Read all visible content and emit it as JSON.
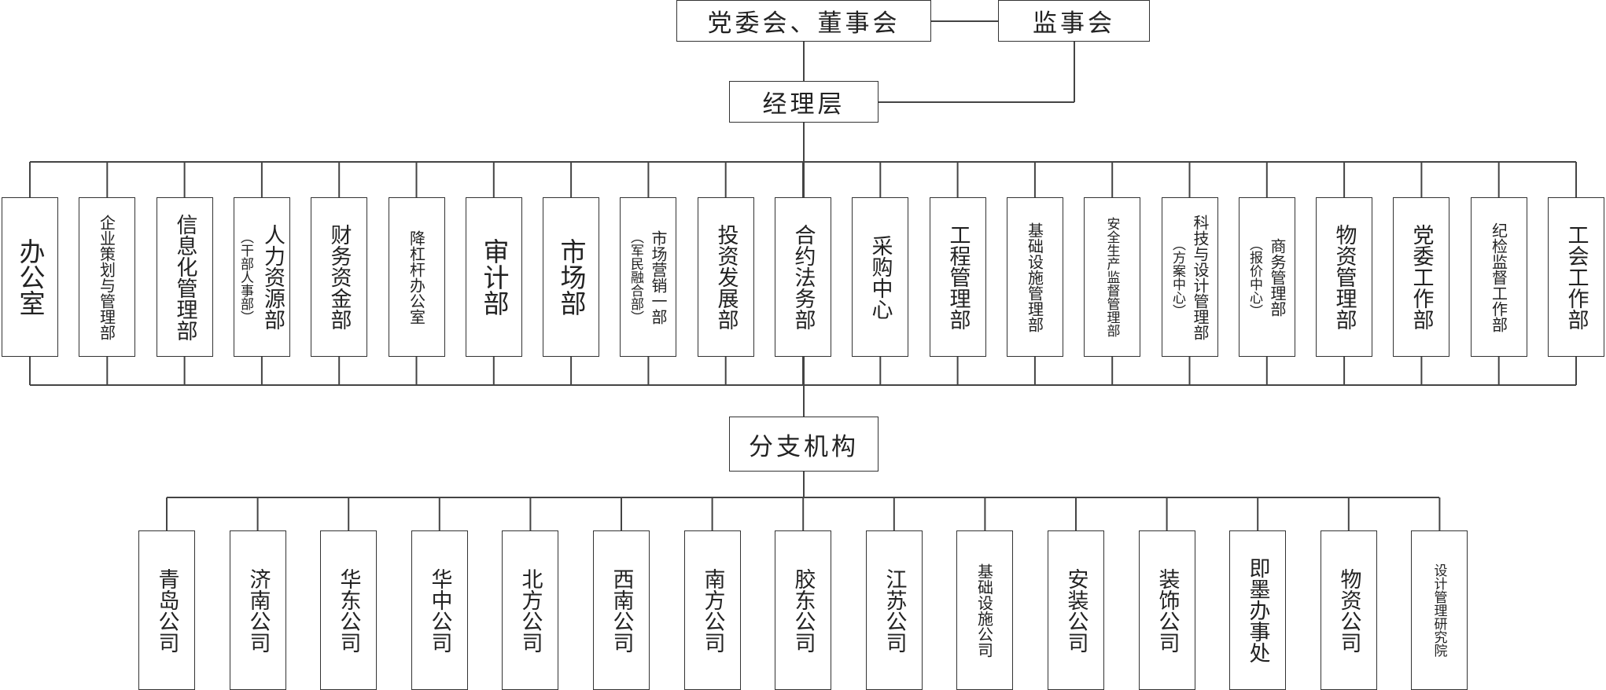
{
  "top": {
    "board": "党委会、董事会",
    "supervisory": "监事会"
  },
  "manager": {
    "label": "经理层"
  },
  "departments": [
    {
      "label": "办公室",
      "size": "big"
    },
    {
      "label": "企业策划与管理部",
      "size": "small"
    },
    {
      "label": "信息化管理部",
      "size": "main"
    },
    {
      "label": "人力资源部",
      "sub": "（干部人事部）",
      "size": "main"
    },
    {
      "label": "财务资金部",
      "size": "main"
    },
    {
      "label": "降杠杆办公室",
      "size": "small"
    },
    {
      "label": "审计部",
      "size": "big"
    },
    {
      "label": "市场部",
      "size": "big"
    },
    {
      "label": "市场营销一部",
      "sub": "（军民融合部）",
      "size": "small"
    },
    {
      "label": "投资发展部",
      "size": "main"
    },
    {
      "label": "合约法务部",
      "size": "main"
    },
    {
      "label": "采购中心",
      "size": "main"
    },
    {
      "label": "工程管理部",
      "size": "main"
    },
    {
      "label": "基础设施管理部",
      "size": "small"
    },
    {
      "label": "安全生产监督管理部",
      "size": "xsmall"
    },
    {
      "label": "科技与设计管理部",
      "sub": "（方案中心）",
      "size": "small"
    },
    {
      "label": "商务管理部",
      "sub": "（报价中心）",
      "size": "small"
    },
    {
      "label": "物资管理部",
      "size": "main"
    },
    {
      "label": "党委工作部",
      "size": "main"
    },
    {
      "label": "纪检监督工作部",
      "size": "small"
    },
    {
      "label": "工会工作部",
      "size": "main"
    }
  ],
  "branch": {
    "label": "分支机构"
  },
  "branches": [
    {
      "label": "青岛公司",
      "size": "main"
    },
    {
      "label": "济南公司",
      "size": "main"
    },
    {
      "label": "华东公司",
      "size": "main"
    },
    {
      "label": "华中公司",
      "size": "main"
    },
    {
      "label": "北方公司",
      "size": "main"
    },
    {
      "label": "西南公司",
      "size": "main"
    },
    {
      "label": "南方公司",
      "size": "main"
    },
    {
      "label": "胶东公司",
      "size": "main"
    },
    {
      "label": "江苏公司",
      "size": "main"
    },
    {
      "label": "基础设施公司",
      "size": "small"
    },
    {
      "label": "安装公司",
      "size": "main"
    },
    {
      "label": "装饰公司",
      "size": "main"
    },
    {
      "label": "即墨办事处",
      "size": "main"
    },
    {
      "label": "物资公司",
      "size": "main"
    },
    {
      "label": "设计管理研究院",
      "size": "xsmall"
    }
  ]
}
